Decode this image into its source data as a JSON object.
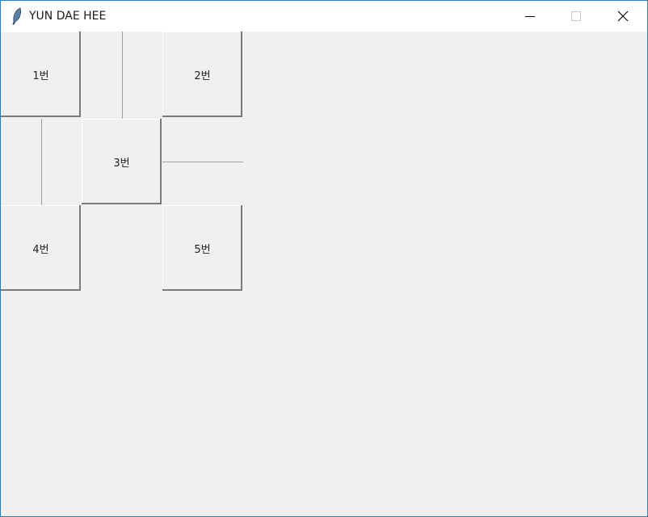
{
  "window": {
    "title": "YUN DAE HEE"
  },
  "buttons": {
    "b1": "1번",
    "b2": "2번",
    "b3": "3번",
    "b4": "4번",
    "b5": "5번"
  }
}
